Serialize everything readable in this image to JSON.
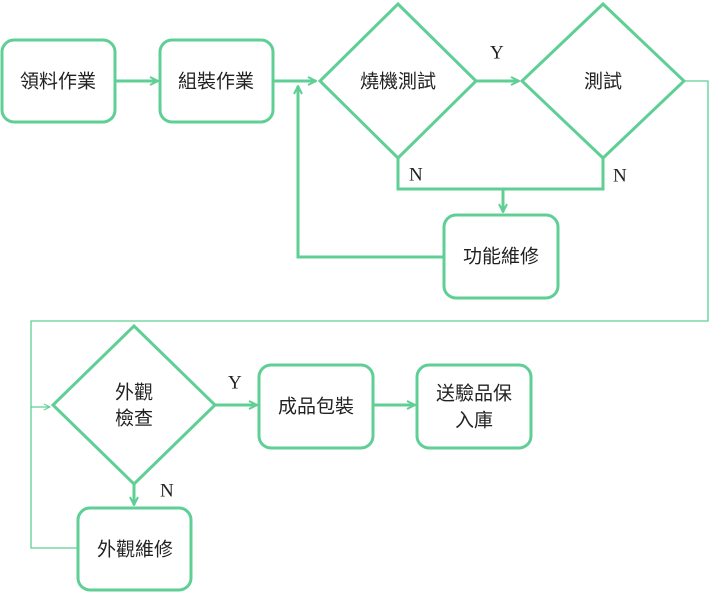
{
  "colors": {
    "stroke": "#5fcf95",
    "text": "#222222",
    "background": "#ffffff"
  },
  "nodes": {
    "receive_materials": "領料作業",
    "assembly": "組裝作業",
    "burn_test": "燒機測試",
    "test": "測試",
    "function_repair": "功能維修",
    "visual_inspection_line1": "外觀",
    "visual_inspection_line2": "檢查",
    "packaging": "成品包裝",
    "send_to_warehouse_line1": "送驗品保",
    "send_to_warehouse_line2": "入庫",
    "appearance_repair": "外觀維修"
  },
  "edge_labels": {
    "burn_test_yes": "Y",
    "burn_test_no": "N",
    "test_no": "N",
    "visual_yes": "Y",
    "visual_no": "N"
  }
}
